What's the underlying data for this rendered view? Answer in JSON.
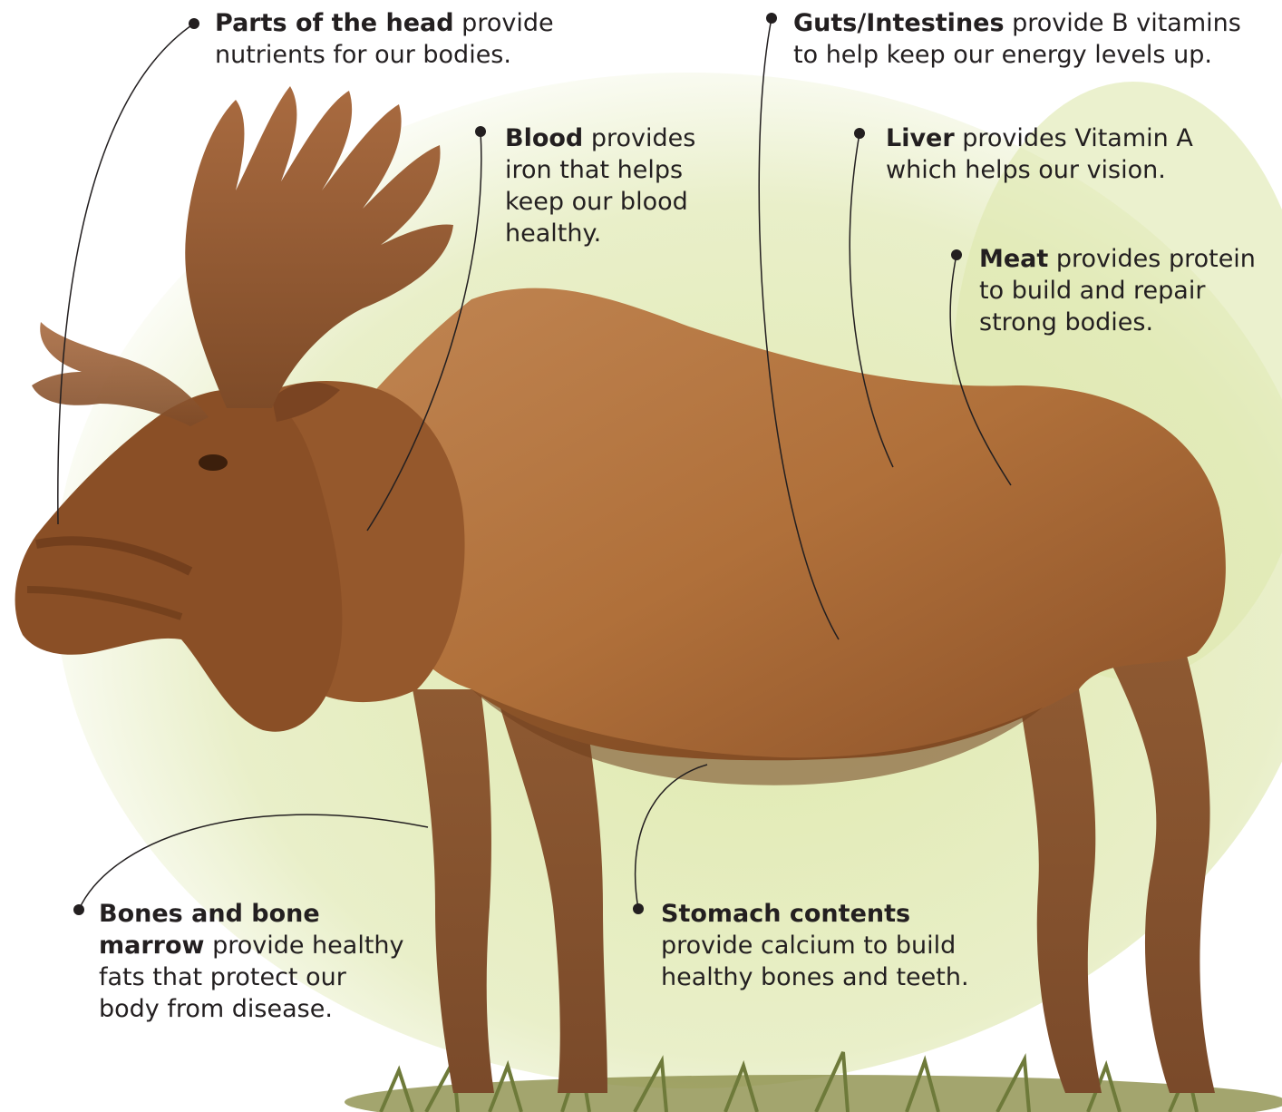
{
  "labels": {
    "head": {
      "title": "Parts of the head",
      "text": " provide nutrients for our bodies."
    },
    "guts": {
      "title": "Guts/Intestines",
      "text": " provide B vitamins to help keep our energy levels up."
    },
    "blood": {
      "title": "Blood",
      "text": " provides iron that helps keep our blood healthy."
    },
    "liver": {
      "title": "Liver",
      "text": " provides Vitamin A which helps our vision."
    },
    "meat": {
      "title": "Meat",
      "text": " provides protein to build and repair strong bodies."
    },
    "bones": {
      "title": "Bones and bone marrow",
      "text": " provide healthy fats that protect our body from disease."
    },
    "stomach": {
      "title": "Stomach contents",
      "text": " provide calcium to build healthy bones and teeth."
    }
  },
  "colors": {
    "text": "#231f20",
    "leader": "#231f20",
    "moose_body": "#b0703a",
    "moose_shadow": "#7a4520",
    "antler": "#9a5f35",
    "background_glow": "#d9e6a6",
    "grass": "#6e7a3a"
  }
}
